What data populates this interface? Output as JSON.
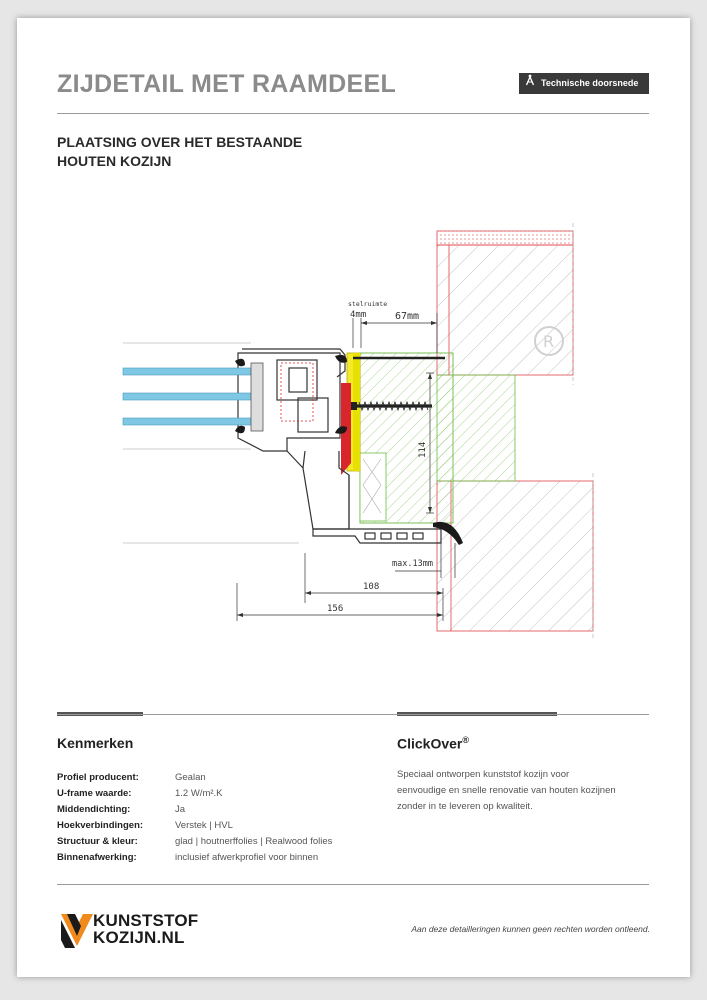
{
  "header": {
    "title": "ZIJDETAIL MET RAAMDEEL",
    "badge_label": "Technische doorsnede",
    "badge_icon": "compass-icon"
  },
  "subtitle": {
    "line1": "PLAATSING OVER HET BESTAANDE",
    "line2": "HOUTEN KOZIJN"
  },
  "drawing": {
    "labels": {
      "stelruimte": "stelruimte",
      "gap": "4mm",
      "offset": "67mm",
      "height": "114",
      "max": "max.13mm",
      "width_inner": "108",
      "width_outer": "156"
    },
    "colors": {
      "glass": "#7ec8e3",
      "seal_red": "#d9262c",
      "yellow": "#e8e000",
      "green_hatch": "#6dbb45",
      "brick_outline": "#e0474c",
      "profile": "#333333"
    }
  },
  "features": {
    "title": "Kenmerken",
    "rows": [
      {
        "key": "Profiel producent:",
        "value": "Gealan"
      },
      {
        "key": "U-frame waarde:",
        "value": "1.2 W/m².K"
      },
      {
        "key": "Middendichting:",
        "value": "Ja"
      },
      {
        "key": "Hoekverbindingen:",
        "value": "Verstek | HVL"
      },
      {
        "key": "Structuur & kleur:",
        "value": "glad | houtnerffolies | Realwood folies"
      },
      {
        "key": "Binnenafwerking:",
        "value": "inclusief afwerkprofiel voor binnen"
      }
    ]
  },
  "product": {
    "title": "ClickOver",
    "title_sup": "®",
    "description": "Speciaal ontworpen kunststof kozijn voor eenvoudige en snelle renovatie van houten kozijnen zonder in te leveren op kwaliteit."
  },
  "footer": {
    "logo_line1": "KUNSTSTOF",
    "logo_line2": "KOZIJN.NL",
    "disclaimer": "Aan deze detailleringen kunnen geen rechten worden ontleend."
  }
}
